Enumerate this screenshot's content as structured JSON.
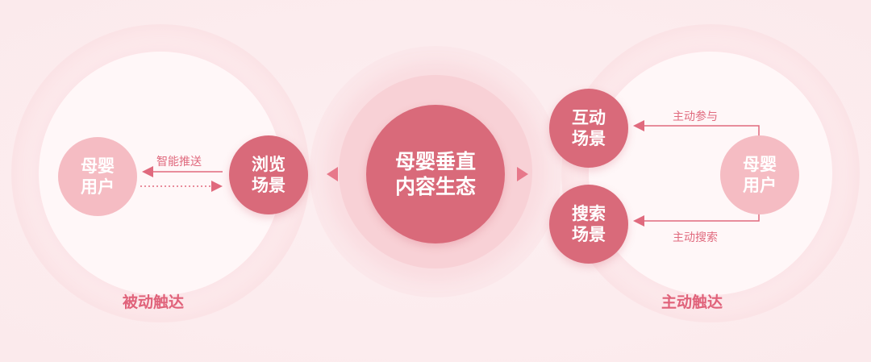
{
  "diagram": {
    "center": {
      "line1": "母婴垂直",
      "line2": "内容生态"
    },
    "left": {
      "user": {
        "line1": "母婴",
        "line2": "用户"
      },
      "scene": {
        "line1": "浏览",
        "line2": "场景"
      },
      "edge_label": "智能推送",
      "section_title": "被动触达"
    },
    "right": {
      "interact_scene": {
        "line1": "互动",
        "line2": "场景"
      },
      "search_scene": {
        "line1": "搜索",
        "line2": "场景"
      },
      "user": {
        "line1": "母婴",
        "line2": "用户"
      },
      "edge_top_label": "主动参与",
      "edge_bottom_label": "主动搜索",
      "section_title": "主动触达"
    }
  },
  "colors": {
    "node_dark": "#d96a7a",
    "node_light": "#f5bcc3",
    "arrow": "#e06a7e",
    "label": "#e06a7e"
  }
}
